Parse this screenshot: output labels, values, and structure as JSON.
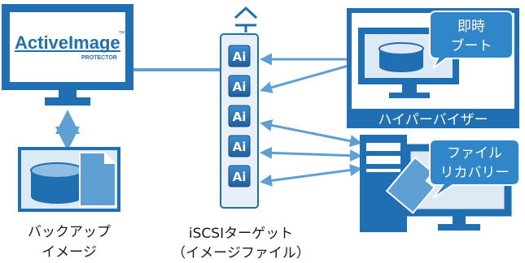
{
  "colors": {
    "primary_blue": "#1f6fb2",
    "light_blue": "#dceaf6",
    "mid_blue": "#5ea0d4",
    "arrow_blue": "#4a90c8",
    "text_dark": "#1a1a1a"
  },
  "logo": {
    "brand": "ActiveImage",
    "trademark": "TM",
    "product": "PROTECTOR"
  },
  "backup": {
    "label_line1": "バックアップ",
    "label_line2": "イメージ"
  },
  "iscsi": {
    "label_line1": "iSCSIターゲット",
    "label_line2": "（イメージファイル）",
    "chip_text": "Ai",
    "chip_count": 5
  },
  "hypervisor": {
    "label": "ハイパーバイザー",
    "callout_line1": "即時",
    "callout_line2": "ブート"
  },
  "physical": {
    "callout_line1": "ファイル",
    "callout_line2": "リカバリー"
  },
  "icons": [
    "monitor-icon",
    "database-icon",
    "document-icon",
    "arrow-icon",
    "server-tower-icon",
    "drive-icon",
    "chip-icon"
  ]
}
